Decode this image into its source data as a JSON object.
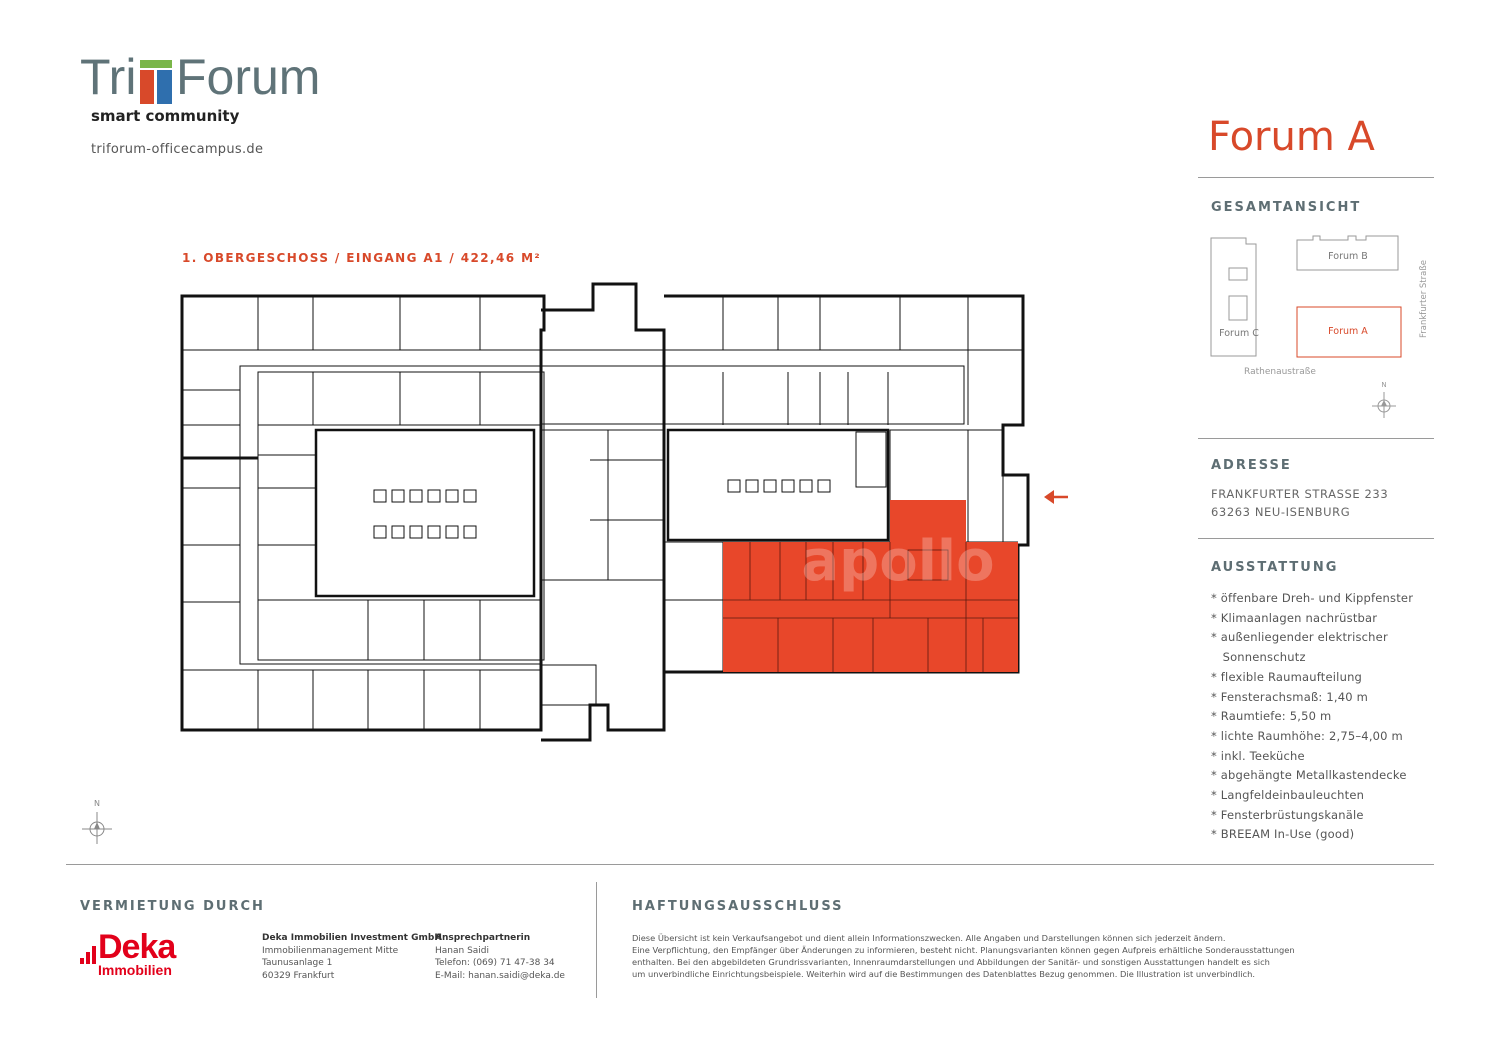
{
  "brand": {
    "logo_left": "Tri",
    "logo_right": "Forum",
    "tagline": "smart community",
    "url": "triforum-officecampus.de",
    "colors": {
      "gray": "#5f7378",
      "red": "#d8492a",
      "blue": "#2f6fae",
      "green": "#7ab648"
    }
  },
  "header": {
    "title": "Forum A"
  },
  "overview": {
    "heading": "GESAMTANSICHT",
    "buildings": [
      "Forum B",
      "Forum C",
      "Forum A"
    ],
    "streets": [
      "Frankfurter Straße",
      "Rathenaustraße"
    ],
    "north": "N"
  },
  "address": {
    "heading": "ADRESSE",
    "line1": "FRANKFURTER STRASSE 233",
    "line2": "63263 NEU-ISENBURG"
  },
  "equipment": {
    "heading": "AUSSTATTUNG",
    "items": [
      "* öffenbare Dreh- und Kippfenster",
      "* Klimaanlagen nachrüstbar",
      "* außenliegender elektrischer",
      "   Sonnenschutz",
      "* flexible Raumaufteilung",
      "* Fensterachsmaß: 1,40 m",
      "* Raumtiefe: 5,50 m",
      "* lichte Raumhöhe: 2,75–4,00 m",
      "* inkl. Teeküche",
      "* abgehängte Metallkastendecke",
      "* Langfeldeinbauleuchten",
      "* Fensterbrüstungskanäle",
      "* BREEAM In-Use (good)"
    ]
  },
  "plan": {
    "title": "1. OBERGESCHOSS / EINGANG A1 / 422,46 M²",
    "watermark": "apollo",
    "north": "N",
    "highlight_color": "#e8472a"
  },
  "footer": {
    "letting_heading": "VERMIETUNG DURCH",
    "deka_word": "Deka",
    "deka_sub": "Immobilien",
    "company": {
      "name": "Deka Immobilien Investment GmbH",
      "line1": "Immobilienmanagement Mitte",
      "line2": "Taunusanlage 1",
      "line3": "60329 Frankfurt"
    },
    "contact": {
      "heading": "Ansprechpartnerin",
      "name": "Hanan Saidi",
      "phone": "Telefon: (069) 71 47-38 34",
      "email": "E-Mail: hanan.saidi@deka.de"
    },
    "disclaimer_heading": "HAFTUNGSAUSSCHLUSS",
    "disclaimer_lines": [
      "Diese Übersicht ist kein Verkaufsangebot und dient allein Informationszwecken. Alle Angaben und Darstellungen können sich jederzeit ändern.",
      "Eine Verpflichtung, den Empfänger über Änderungen zu informieren, besteht nicht. Planungsvarianten können gegen Aufpreis erhältliche Sonderausstattungen",
      "enthalten. Bei den abgebildeten Grundrissvarianten, Innenraumdarstellungen und Abbildungen der Sanitär- und sonstigen Ausstattungen handelt es sich",
      "um unverbindliche Einrichtungsbeispiele. Weiterhin wird auf die Bestimmungen des Datenblattes Bezug genommen. Die Illustration ist unverbindlich."
    ]
  }
}
